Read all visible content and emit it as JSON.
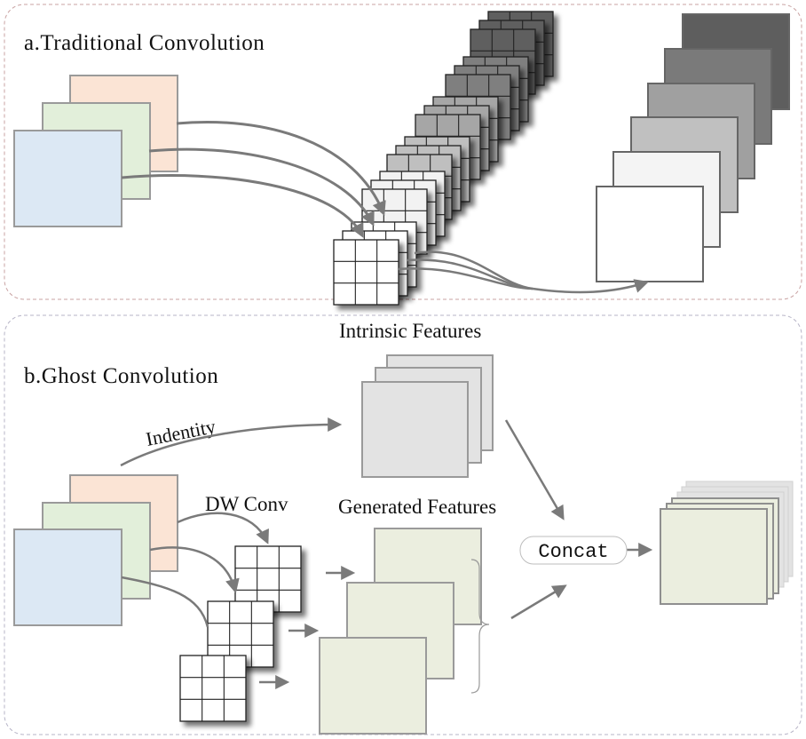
{
  "panel_a": {
    "title": "a.Traditional Convolution",
    "input_colors": [
      "#fbe4d5",
      "#e2efda",
      "#dce8f4"
    ],
    "kernel_group_fills": [
      "#ffffff",
      "#f2f2f2",
      "#bfbfbf",
      "#a6a6a6",
      "#7f7f7f",
      "#5e5e5e"
    ],
    "output_fills": [
      "#5e5e5e",
      "#7a7a7a",
      "#a0a0a0",
      "#c0c0c0",
      "#f4f4f4",
      "#ffffff"
    ]
  },
  "panel_b": {
    "title": "b.Ghost Convolution",
    "intrinsic_label": "Intrinsic Features",
    "identity_label": "Indentity",
    "dw_label": "DW Conv",
    "generated_label": "Generated Features",
    "concat_label": "Concat",
    "input_colors": [
      "#fbe4d5",
      "#e2efda",
      "#dce8f4"
    ],
    "intrinsic_fill": "#e3e3e3",
    "generated_fill": "#ebeedf",
    "output_fills": [
      "#e3e3e3",
      "#e3e3e3",
      "#e3e3e3",
      "#ebeedf",
      "#ebeedf",
      "#ebeedf"
    ]
  },
  "colors": {
    "arrow": "#7a7a7a",
    "panel_a_border": "#c9a3a3",
    "panel_b_border": "#b7b4c7",
    "box_stroke": "#9a9a9a"
  }
}
